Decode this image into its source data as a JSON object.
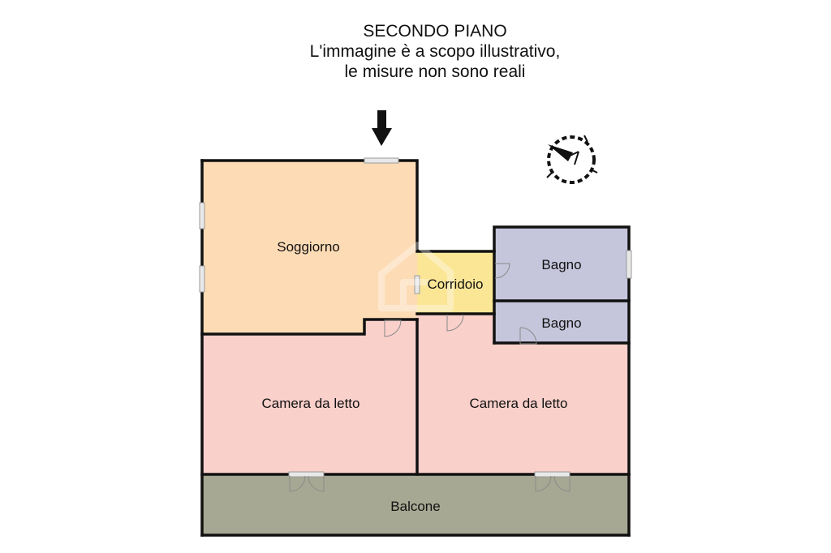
{
  "header": {
    "floor": "SECONDO PIANO",
    "note_line1": "L'immagine è a scopo illustrativo,",
    "note_line2": "le misure non sono reali"
  },
  "rooms": {
    "soggiorno": "Soggiorno",
    "corridoio": "Corridoio",
    "bagno_1": "Bagno",
    "bagno_2": "Bagno",
    "camera_1": "Camera da letto",
    "camera_2": "Camera da letto",
    "balcone": "Balcone"
  },
  "colors": {
    "soggiorno": "#fddcb5",
    "corridoio": "#fbe696",
    "bagno": "#c5c5dc",
    "camera": "#fad0cb",
    "balcone": "#a7a893",
    "wall": "#111111"
  },
  "icons": {
    "entrance": "arrow-down-icon",
    "orientation": "compass-icon"
  }
}
